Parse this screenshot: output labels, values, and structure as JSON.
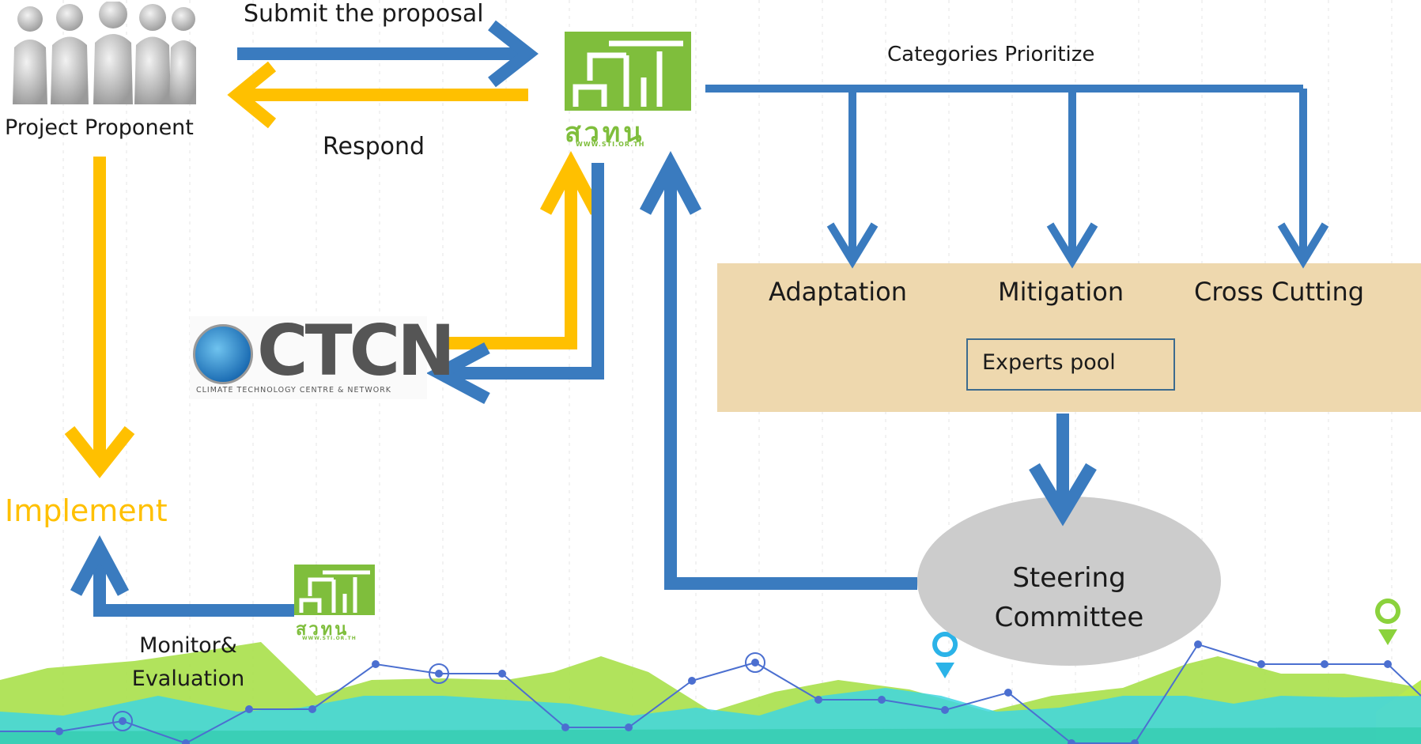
{
  "labels": {
    "submit": "Submit the proposal",
    "respond": "Respond",
    "proponent": "Project Proponent",
    "categories": "Categories Prioritize",
    "adaptation": "Adaptation",
    "mitigation": "Mitigation",
    "cross_cutting": "Cross Cutting",
    "experts_pool": "Experts pool",
    "steering": "Steering Committee",
    "implement": "Implement",
    "monitor": "Monitor& Evaluation"
  },
  "logos": {
    "sti_thai": "สวทน",
    "sti_url": "WWW.STI.OR.TH",
    "ctcn": "CTCN",
    "ctcn_sub": "CLIMATE TECHNOLOGY CENTRE & NETWORK"
  },
  "colors": {
    "blue_arrow": "#3a7bbf",
    "yellow_arrow": "#ffc000",
    "box_fill": "#eed8ae",
    "ellipse_fill": "#cccccc",
    "logo_green": "#7fbe3c",
    "implement_text": "#ffc000"
  }
}
